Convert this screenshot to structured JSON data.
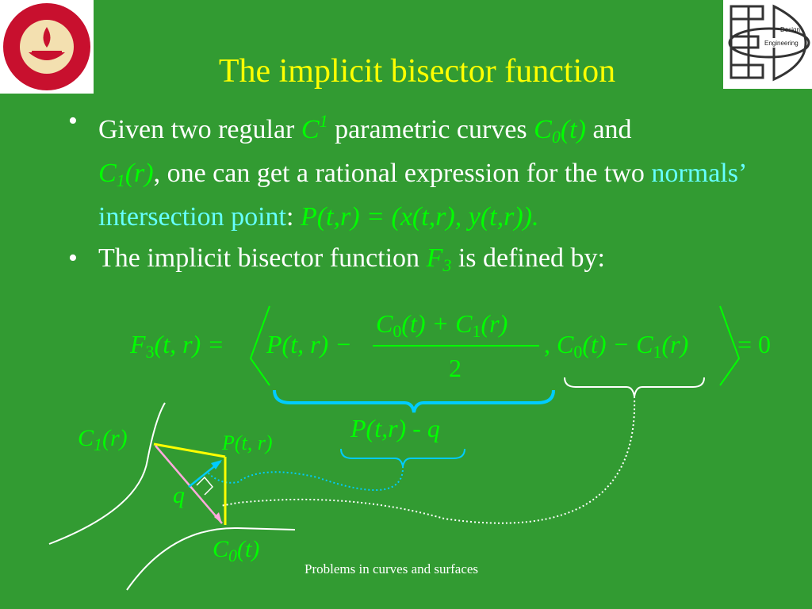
{
  "slide": {
    "title": "The implicit bisector function",
    "footer": "Problems in curves and surfaces",
    "logo_left": {
      "icon": "iit-madras-logo-icon",
      "color": "#c8102e"
    },
    "logo_right": {
      "icon": "design-engineering-logo-icon"
    }
  },
  "bullets": [
    {
      "dot": "•",
      "t1": "Given two regular ",
      "c_sym": "C",
      "c_sup": "1",
      "t2": " parametric curves ",
      "c0": "C",
      "c0_sub": "0",
      "c0_arg": "(t)",
      "t3": " and",
      "c1": "C",
      "c1_sub": "1",
      "c1_arg": "(r)",
      "t4": ", one can get a rational expression for the two ",
      "highlight": "normals’ intersection point",
      "t5": ": ",
      "expr": "P(t,r) = (x(t,r), y(t,r))."
    },
    {
      "dot": "•",
      "t1": "The implicit bisector function ",
      "f": "F",
      "f_sub": "3",
      "t2": " is defined by:"
    }
  ],
  "equation": {
    "lhs": "F",
    "lhs_sub": "3",
    "lhs_args": "(t, r) =",
    "p_term": "P(t, r) −",
    "num_a": "C",
    "num_a_sub": "0",
    "num_a_arg": "(t) + ",
    "num_b": "C",
    "num_b_sub": "1",
    "num_b_arg": "(r)",
    "den": "2",
    "sep": ",",
    "diff_a": "C",
    "diff_a_sub": "0",
    "diff_a_arg": "(t) − ",
    "diff_b": "C",
    "diff_b_sub": "1",
    "diff_b_arg": "(r)",
    "rhs": "= 0"
  },
  "annotation": "P(t,r) - q",
  "diagram": {
    "label_c1": "C",
    "label_c1_sub": "1",
    "label_c1_arg": "(r)",
    "label_p": "P(t, r)",
    "label_q": "q",
    "label_c0": "C",
    "label_c0_sub": "0",
    "label_c0_arg": "(t)"
  },
  "colors": {
    "background": "#329b32",
    "title": "#ffff00",
    "math": "#00ff00",
    "highlight": "#66ffff",
    "brace_cyan": "#00ccff",
    "normals": "#ffff00",
    "vector_pink": "#ffaadd"
  }
}
